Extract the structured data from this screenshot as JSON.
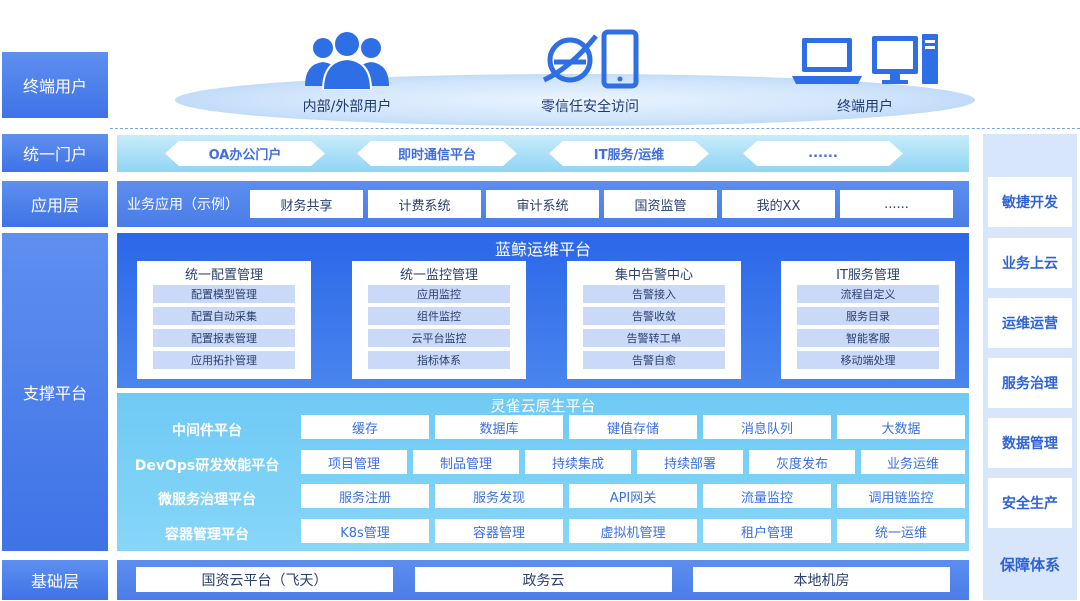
{
  "layers": {
    "end_user": "终端用户",
    "portal": "统一门户",
    "application": "应用层",
    "support": "支撑平台",
    "foundation": "基础层"
  },
  "users": [
    {
      "caption": "内部/外部用户",
      "icon": "users-group-icon"
    },
    {
      "caption": "零信任安全访问",
      "icon": "browser-and-phone-icon"
    },
    {
      "caption": "终端用户",
      "icon": "laptop-and-desktop-icon"
    }
  ],
  "portal_items": [
    "OA办公门户",
    "即时通信平台",
    "IT服务/运维",
    "......"
  ],
  "application": {
    "label": "业务应用（示例）",
    "items": [
      "财务共享",
      "计费系统",
      "审计系统",
      "国资监管",
      "我的XX",
      "......"
    ]
  },
  "lanjing": {
    "title": "蓝鲸运维平台",
    "groups": [
      {
        "title": "统一配置管理",
        "items": [
          "配置模型管理",
          "配置自动采集",
          "配置报表管理",
          "应用拓扑管理"
        ]
      },
      {
        "title": "统一监控管理",
        "items": [
          "应用监控",
          "组件监控",
          "云平台监控",
          "指标体系"
        ]
      },
      {
        "title": "集中告警中心",
        "items": [
          "告警接入",
          "告警收敛",
          "告警转工单",
          "告警自愈"
        ]
      },
      {
        "title": "IT服务管理",
        "items": [
          "流程自定义",
          "服务目录",
          "智能客服",
          "移动端处理"
        ]
      }
    ]
  },
  "lingque": {
    "title": "灵雀云原生平台",
    "rows": [
      {
        "label": "中间件平台",
        "items": [
          "缓存",
          "数据库",
          "键值存储",
          "消息队列",
          "大数据"
        ]
      },
      {
        "label": "DevOps研发效能平台",
        "items": [
          "项目管理",
          "制品管理",
          "持续集成",
          "持续部署",
          "灰度发布",
          "业务运维"
        ]
      },
      {
        "label": "微服务治理平台",
        "items": [
          "服务注册",
          "服务发现",
          "API网关",
          "流量监控",
          "调用链监控"
        ]
      },
      {
        "label": "容器管理平台",
        "items": [
          "K8s管理",
          "容器管理",
          "虚拟机管理",
          "租户管理",
          "统一运维"
        ]
      }
    ]
  },
  "foundation_items": [
    "国资云平台（飞天）",
    "政务云",
    "本地机房"
  ],
  "right_column": {
    "items": [
      "敏捷开发",
      "业务上云",
      "运维运营",
      "服务治理",
      "数据管理",
      "安全生产"
    ],
    "bottom": "保障体系"
  },
  "colors": {
    "label_blue": "#3f73e6",
    "dark_blue": "#2b67e8",
    "light_cyan": "#86d6f8",
    "accent_text": "#3a6fe0"
  }
}
